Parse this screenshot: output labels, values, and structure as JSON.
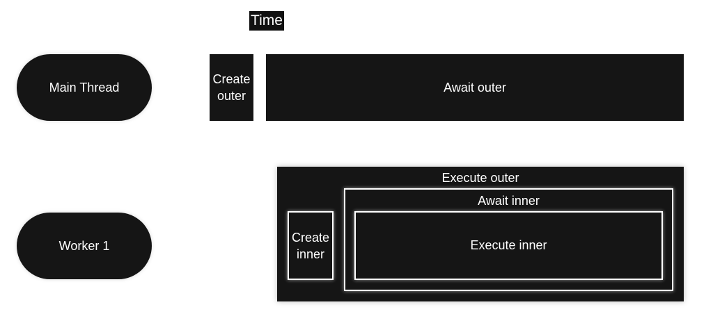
{
  "header": {
    "time_label": "Time"
  },
  "lanes": {
    "main_thread_label": "Main Thread",
    "worker_label": "Worker 1"
  },
  "main_thread": {
    "create_outer_line1": "Create",
    "create_outer_line2": "outer",
    "await_outer_label": "Await outer"
  },
  "worker": {
    "execute_outer_label": "Execute outer",
    "await_inner_label": "Await inner",
    "create_inner_line1": "Create",
    "create_inner_line2": "inner",
    "execute_inner_label": "Execute inner"
  },
  "colors": {
    "block_fill": "#151515",
    "text": "#ffffff",
    "background": "#ffffff"
  }
}
